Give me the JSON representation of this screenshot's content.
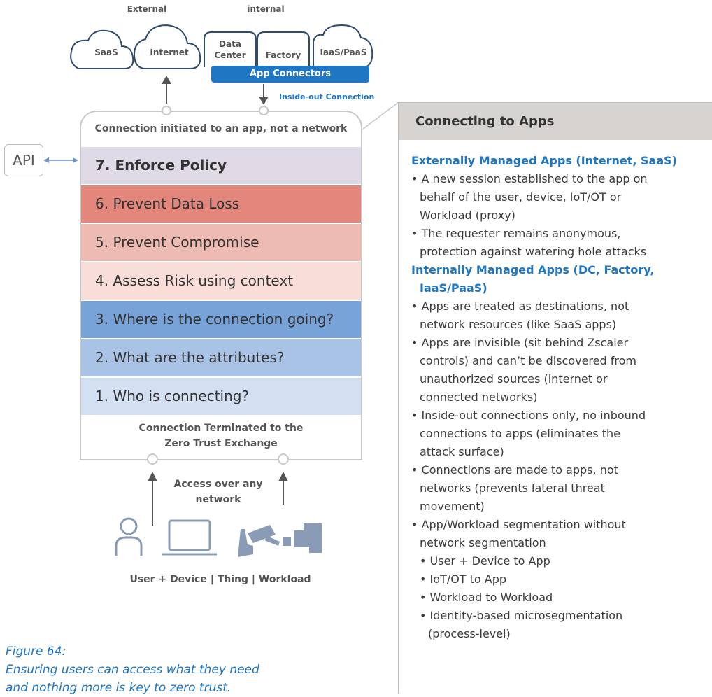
{
  "top_headers": {
    "external": "External",
    "internal": "internal"
  },
  "clouds": {
    "saas": "SaaS",
    "internet": "Internet",
    "iaas": "IaaS/PaaS"
  },
  "tabs": {
    "dc_line1": "Data",
    "dc_line2": "Center",
    "factory": "Factory"
  },
  "app_connectors": "App Connectors",
  "inside_out": "Inside-out Connection",
  "stack": {
    "top_caption": "Connection initiated to an app, not a network",
    "layers": [
      {
        "label": "7. Enforce Policy",
        "color": "#e0d9e6"
      },
      {
        "label": "6. Prevent Data Loss",
        "color": "#e3867c"
      },
      {
        "label": "5. Prevent Compromise",
        "color": "#edbbb2"
      },
      {
        "label": "4. Assess Risk using context",
        "color": "#f8ddd8"
      },
      {
        "label": "3. Where is the connection going?",
        "color": "#78a3d8"
      },
      {
        "label": "2. What are the attributes?",
        "color": "#a9c3e7"
      },
      {
        "label": "1. Who is connecting?",
        "color": "#d3e0f2"
      }
    ],
    "bottom_caption_1": "Connection Terminated to the",
    "bottom_caption_2": "Zero Trust Exchange"
  },
  "api": "API",
  "access_1": "Access over any",
  "access_2": "network",
  "devices_caption": "User + Device | Thing | Workload",
  "panel": {
    "title": "Connecting to Apps",
    "ext_heading": "Externally Managed Apps (Internet, SaaS)",
    "ext_b1_1": "• A new session established to the app on",
    "ext_b1_2": "behalf of the user, device, IoT/OT or",
    "ext_b1_3": "Workload (proxy)",
    "ext_b2_1": "• The requester remains anonymous,",
    "ext_b2_2": "protection against watering hole attacks",
    "int_heading_1": "Internally Managed Apps (DC, Factory,",
    "int_heading_2": "IaaS/PaaS)",
    "int_b1_1": "• Apps are treated as destinations, not",
    "int_b1_2": "network resources (like SaaS apps)",
    "int_b2_1": "• Apps are invisible (sit behind Zscaler",
    "int_b2_2": "controls) and can’t be discovered from",
    "int_b2_3": "unauthorized sources (internet or",
    "int_b2_4": "connected networks)",
    "int_b3_1": "• Inside-out connections only, no inbound",
    "int_b3_2": "connections to apps (eliminates the",
    "int_b3_3": "attack surface)",
    "int_b4_1": "• Connections are made to apps, not",
    "int_b4_2": "networks (prevents lateral threat",
    "int_b4_3": "movement)",
    "int_b5_1": "• App/Workload segmentation without",
    "int_b5_2": "network segmentation",
    "sub_1": "• User + Device to App",
    "sub_2": "• IoT/OT to App",
    "sub_3": "• Workload to Workload",
    "sub_4_1": "• Identity-based microsegmentation",
    "sub_4_2": "(process-level)"
  },
  "caption": {
    "line1": "Figure 64:",
    "line2": "Ensuring users can access what they need",
    "line3": "and nothing more is key to zero trust."
  },
  "icons": [
    "user-icon",
    "laptop-icon",
    "camera-icon",
    "workload-icon",
    "arrow-up-icon",
    "arrow-down-icon",
    "double-arrow-icon"
  ]
}
